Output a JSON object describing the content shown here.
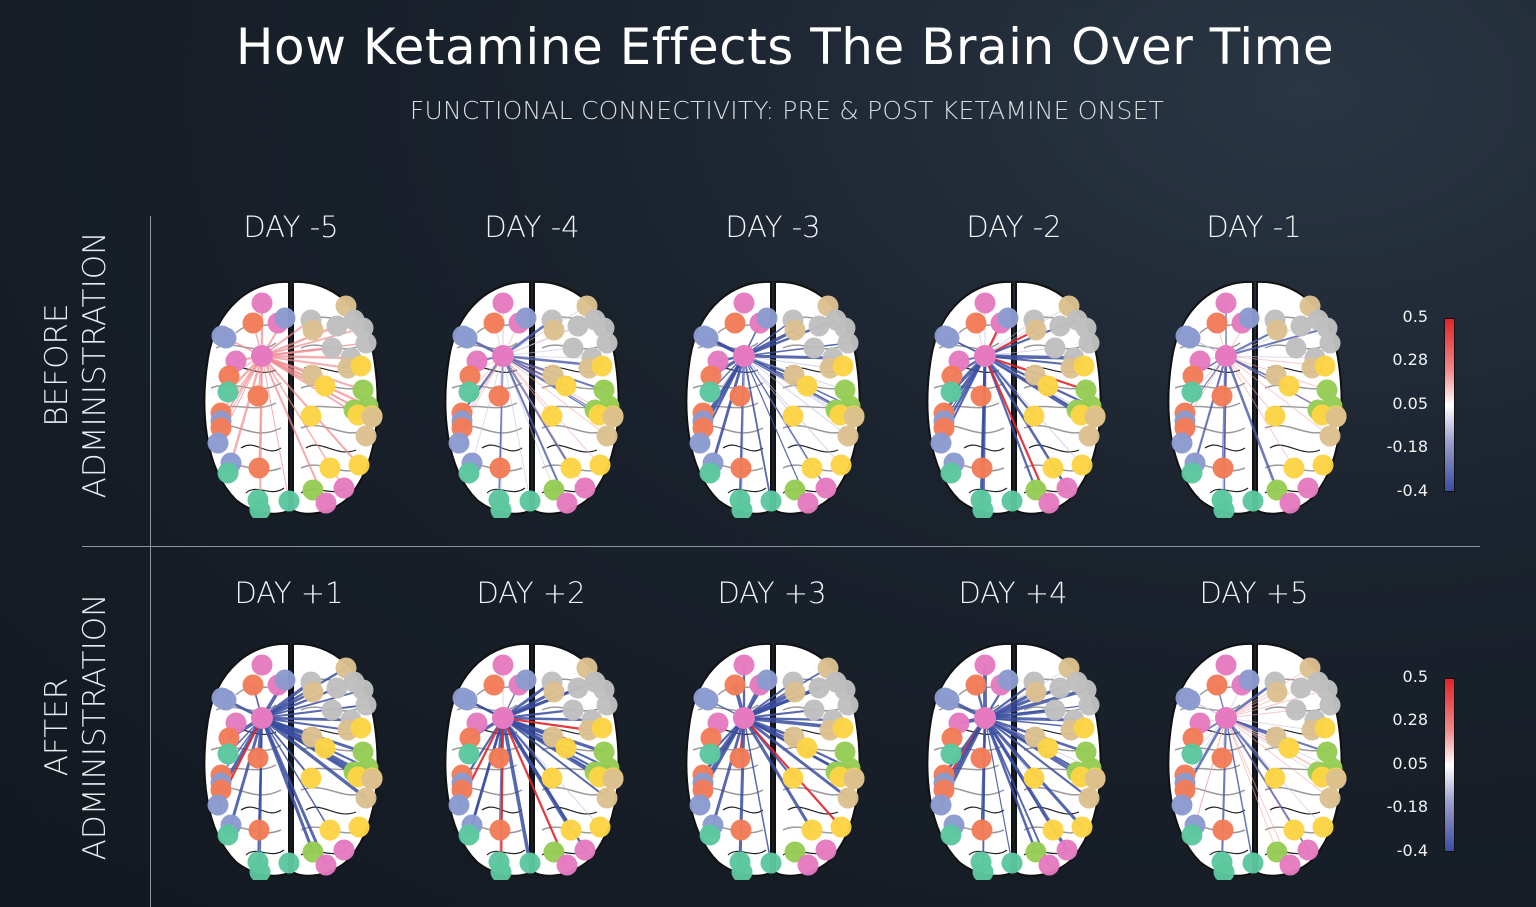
{
  "header": {
    "title": "How Ketamine Effects The Brain Over Time",
    "subtitle": "FUNCTIONAL CONNECTIVITY:  PRE & POST KETAMINE ONSET"
  },
  "rows": [
    {
      "label_line1": "BEFORE",
      "label_line2": "ADMINISTRATION",
      "panels": [
        {
          "day": "DAY -5",
          "mode": "pos",
          "strength": 0.55
        },
        {
          "day": "DAY -4",
          "mode": "mixed",
          "strength": 0.45
        },
        {
          "day": "DAY -3",
          "mode": "neg",
          "strength": 0.75
        },
        {
          "day": "DAY -2",
          "mode": "neg",
          "strength": 0.7
        },
        {
          "day": "DAY -1",
          "mode": "mixed",
          "strength": 0.6
        }
      ]
    },
    {
      "label_line1": "AFTER",
      "label_line2": "ADMINISTRATION",
      "panels": [
        {
          "day": "DAY +1",
          "mode": "neg",
          "strength": 0.9
        },
        {
          "day": "DAY +2",
          "mode": "neg",
          "strength": 0.9
        },
        {
          "day": "DAY +3",
          "mode": "neg",
          "strength": 0.95
        },
        {
          "day": "DAY +4",
          "mode": "neg",
          "strength": 0.9
        },
        {
          "day": "DAY +5",
          "mode": "mixed",
          "strength": 0.5
        }
      ]
    }
  ],
  "colorbar": {
    "ticks": [
      "0.5",
      "0.28",
      "0.05",
      "-0.18",
      "-0.4"
    ],
    "max_color": "#e0242b",
    "mid_color": "#ffffff",
    "min_color": "#3a4ea0"
  },
  "chart_data": {
    "type": "heatmap",
    "title": "How Ketamine Effects The Brain Over Time",
    "subtitle": "FUNCTIONAL CONNECTIVITY:  PRE & POST KETAMINE ONSET",
    "description": "Small-multiple brain connectivity graphs (axial view) showing edges from a seed node, colored by correlation strength",
    "row_labels": [
      "BEFORE ADMINISTRATION",
      "AFTER ADMINISTRATION"
    ],
    "categories": [
      "DAY -5",
      "DAY -4",
      "DAY -3",
      "DAY -2",
      "DAY -1",
      "DAY +1",
      "DAY +2",
      "DAY +3",
      "DAY +4",
      "DAY +5"
    ],
    "colorbar_range": [
      -0.4,
      0.5
    ],
    "colorbar_ticks": [
      0.5,
      0.28,
      0.05,
      -0.18,
      -0.4
    ],
    "dominant_edge_sign": [
      "positive",
      "mixed",
      "negative",
      "negative",
      "mixed",
      "negative",
      "negative",
      "negative",
      "negative",
      "mixed"
    ],
    "node_colors": [
      "#e57ac0",
      "#f27c57",
      "#8b9bd0",
      "#5cc79e",
      "#bfbfbf",
      "#dcc08f",
      "#fcd444",
      "#96cc55"
    ]
  }
}
